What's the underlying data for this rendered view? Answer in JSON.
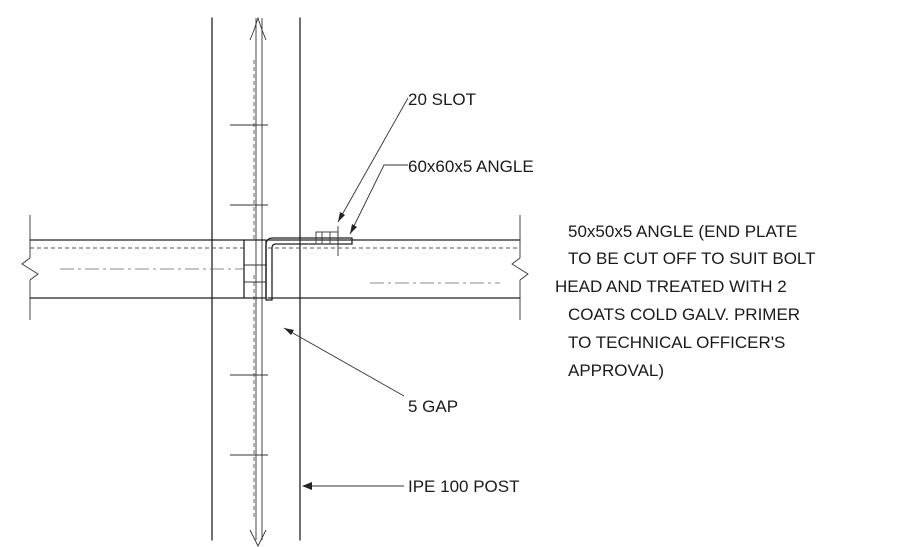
{
  "labels": {
    "slot": "20 SLOT",
    "angle_60": "60x60x5 ANGLE",
    "note_lines": [
      "50x50x5 ANGLE (END PLATE",
      "TO BE CUT OFF TO SUIT BOLT",
      "HEAD AND TREATED  WITH 2",
      "COATS COLD  GALV. PRIMER",
      "TO TECHNICAL OFFICER'S",
      "APPROVAL)"
    ],
    "gap": "5 GAP",
    "post": "IPE 100 POST"
  },
  "colors": {
    "line": "#222222",
    "background": "#ffffff"
  }
}
